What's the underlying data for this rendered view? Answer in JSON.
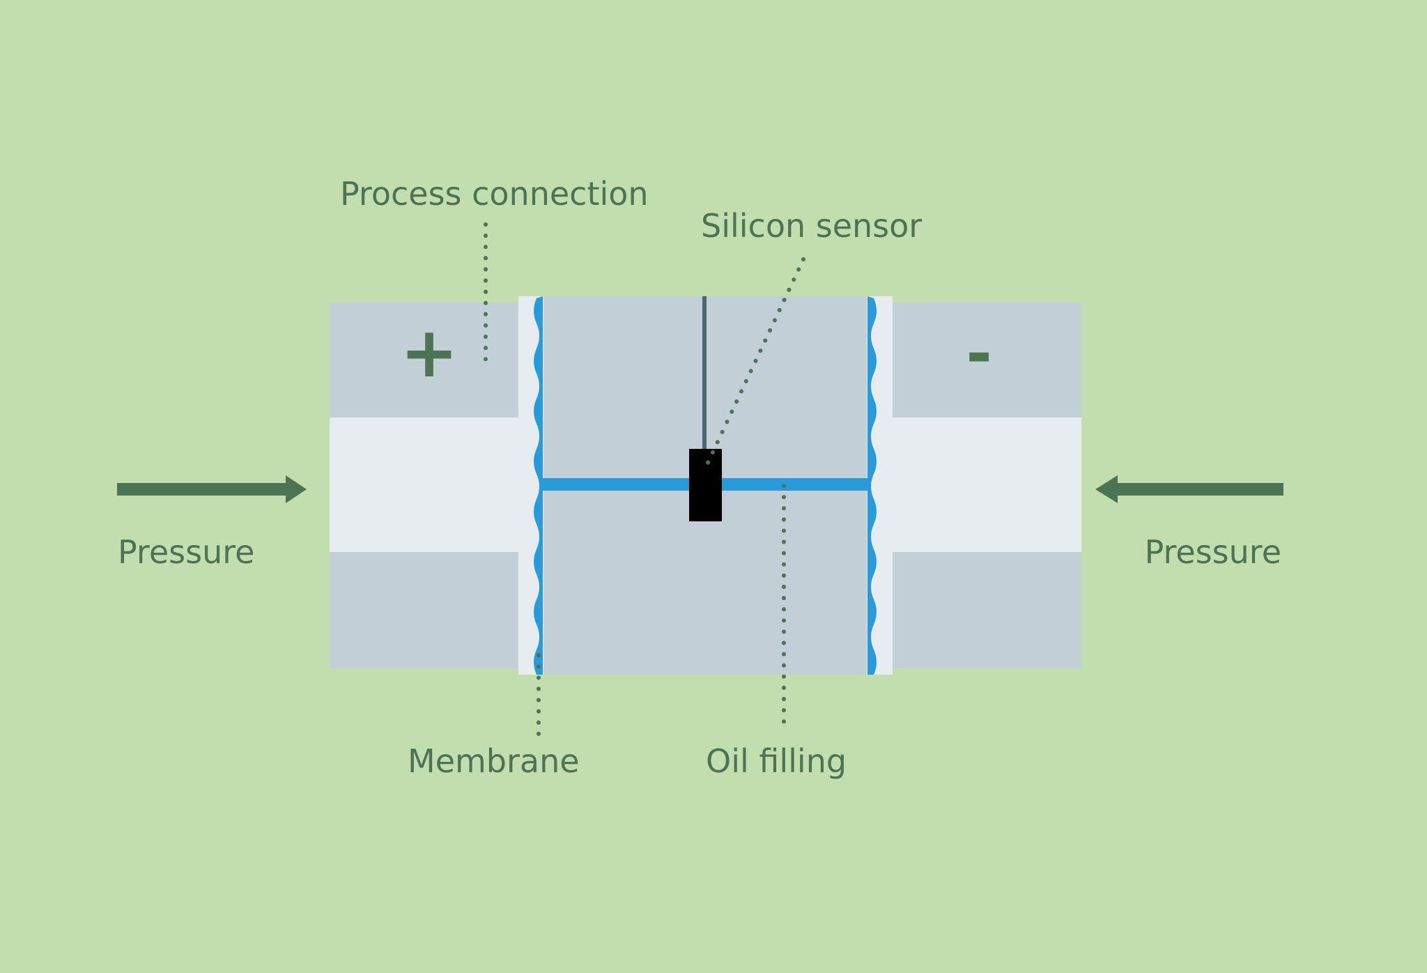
{
  "diagram": {
    "labels": {
      "process_connection": "Process connection",
      "silicon_sensor": "Silicon sensor",
      "membrane": "Membrane",
      "oil_filling": "Oil filling",
      "pressure_left": "Pressure",
      "pressure_right": "Pressure",
      "plus_sign": "+",
      "minus_sign": "-"
    },
    "colors": {
      "background": "#c2ddae",
      "label_text": "#4d7355",
      "body_gray": "#c2cfd6",
      "channel_light": "#e6ecef",
      "membrane_blue": "#2a9bd8",
      "sensor_black": "#000000",
      "wire": "#4d6672",
      "arrow": "#4d7355"
    }
  }
}
